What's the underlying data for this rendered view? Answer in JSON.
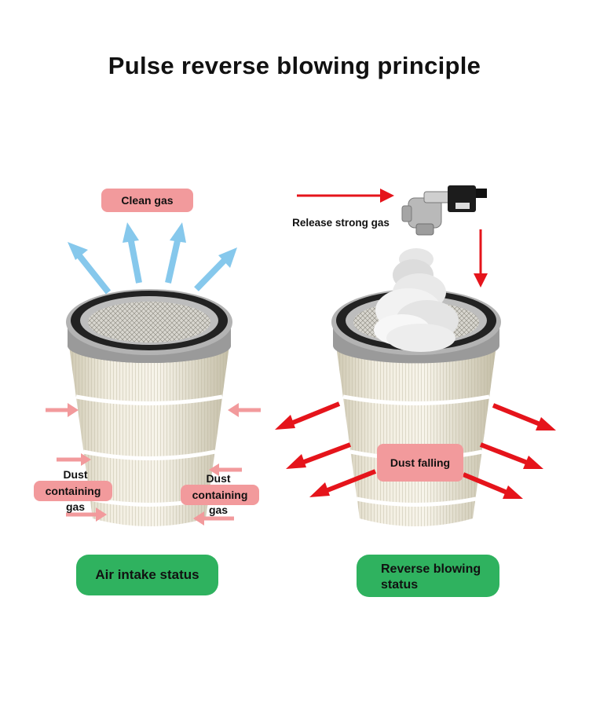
{
  "title": "Pulse reverse blowing principle",
  "left": {
    "clean_gas": "Clean gas",
    "dust_gas_left": [
      "Dust",
      "containing",
      "gas"
    ],
    "dust_gas_right": [
      "Dust",
      "containing",
      "gas"
    ],
    "status": "Air intake status"
  },
  "right": {
    "release": "Release strong gas",
    "dust_falling": "Dust falling",
    "status_line1": "Reverse blowing",
    "status_line2": "status"
  },
  "colors": {
    "clean_arrow": "#86c8ec",
    "intake_arrow": "#f29a9c",
    "blow_arrow": "#e5141b",
    "label_pink": "#f29a9c",
    "status_green": "#2fb25f"
  }
}
